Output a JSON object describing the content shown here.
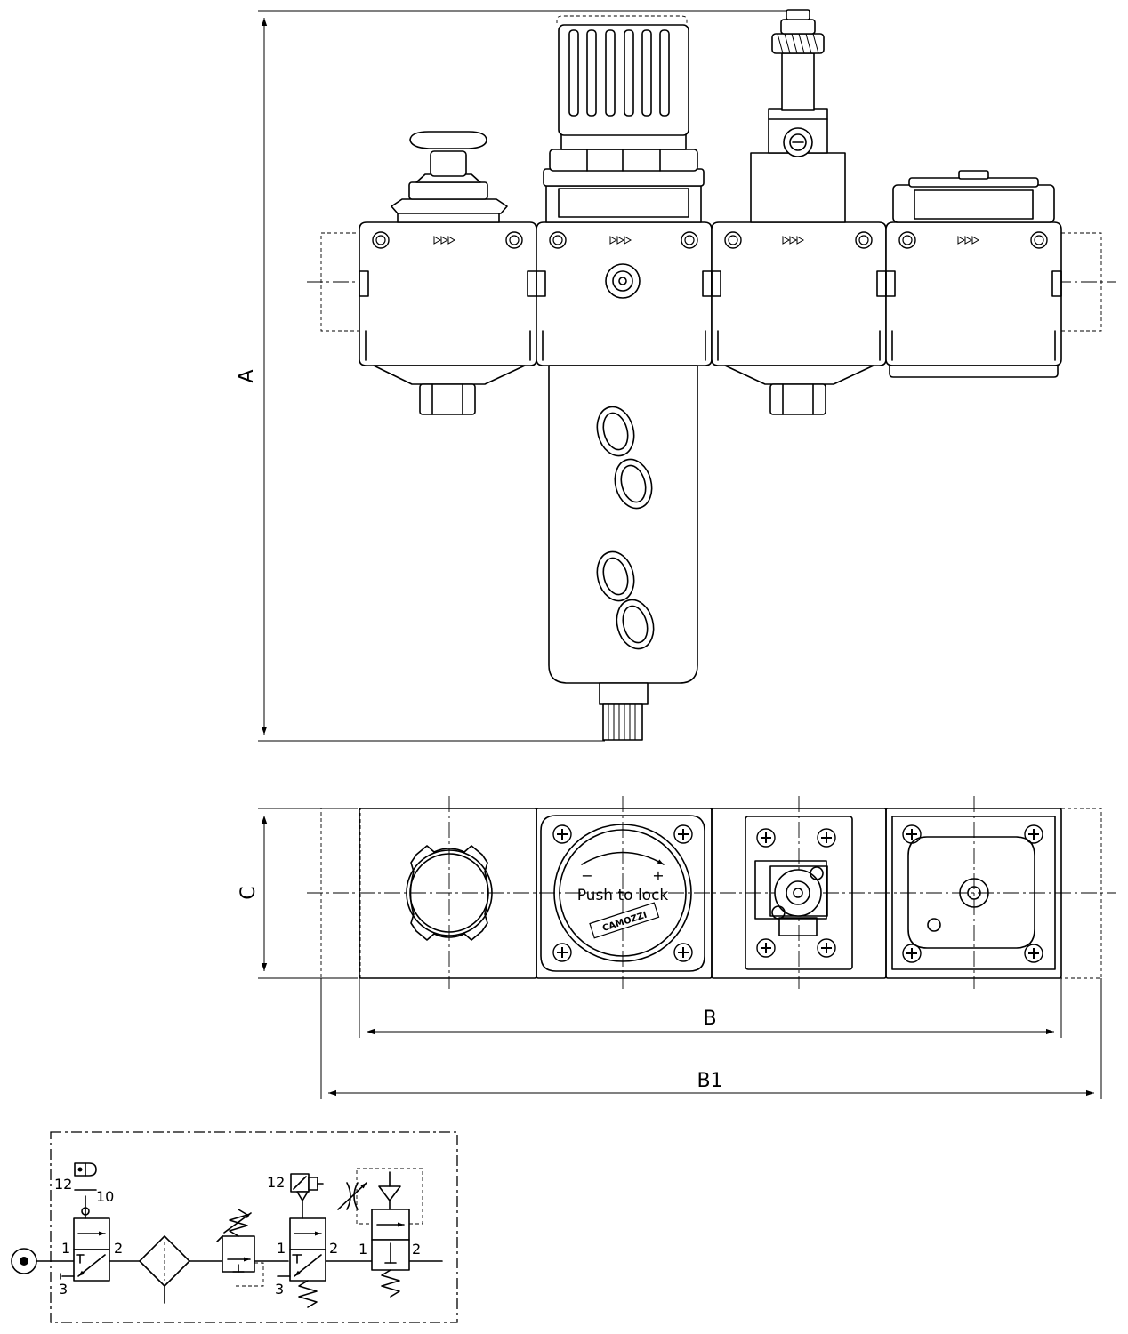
{
  "dimensions": {
    "height_label": "A",
    "width_label": "B",
    "overall_width_label": "B1",
    "depth_label": "C"
  },
  "regulator_knob": {
    "text": "Push to lock",
    "minus": "−",
    "plus": "+",
    "brand": "CAMOZZI"
  },
  "schematic": {
    "port_1": "1",
    "port_2": "2",
    "port_3": "3",
    "pilot_12": "12",
    "pilot_10": "10"
  }
}
